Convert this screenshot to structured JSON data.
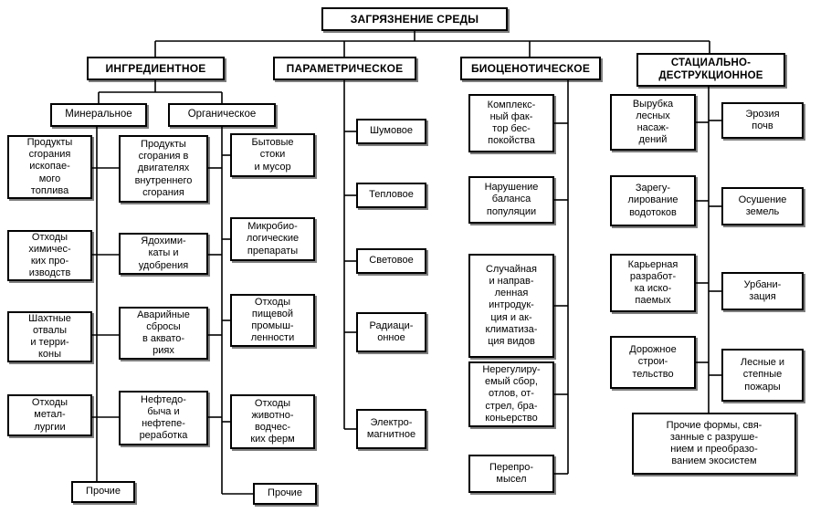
{
  "title": {
    "label": "ЗАГРЯЗНЕНИЕ СРЕДЫ"
  },
  "branches": {
    "ingredient": {
      "label": "ИНГРЕДИЕНТНОЕ",
      "mineral": {
        "label": "Минеральное",
        "items": [
          "Продукты\nсгорания\nископае-\nмого\nтоплива",
          "Отходы\nхимичес-\nких про-\nизводств",
          "Шахтные\nотвалы\nи терри-\nконы",
          "Отходы\nметал-\nлургии"
        ],
        "other": "Прочие"
      },
      "shared": {
        "items": [
          "Продукты\nсгорания в\nдвигателях\nвнутреннего\nсгорания",
          "Ядохими-\nкаты и\nудобрения",
          "Аварийные\nсбросы\nв аквато-\nриях",
          "Нефтедо-\nбыча и\nнефтепе-\nреработка"
        ]
      },
      "organic": {
        "label": "Органическое",
        "items": [
          "Бытовые\nстоки\nи мусор",
          "Микробио-\nлогические\nпрепараты",
          "Отходы\nпищевой\nпромыш-\nленности",
          "Отходы\nживотно-\nводчес-\nких ферм"
        ],
        "other": "Прочие"
      }
    },
    "parametric": {
      "label": "ПАРАМЕТРИЧЕСКОЕ",
      "items": [
        "Шумовое",
        "Тепловое",
        "Световое",
        "Радиаци-\nонное",
        "Электро-\nмагнитное"
      ]
    },
    "biocenotic": {
      "label": "БИОЦЕНОТИЧЕСКОЕ",
      "items": [
        "Комплекс-\nный фак-\nтор бес-\nпокойства",
        "Нарушение\nбаланса\nпопуляции",
        "Случайная\nи направ-\nленная\nинтродук-\nция и ак-\nклиматиза-\nция видов",
        "Нерегулиру-\nемый сбор,\nотлов, от-\nстрел, бра-\nконьерство",
        "Перепро-\nмысел"
      ]
    },
    "stational": {
      "label": "СТАЦИАЛЬНО-\nДЕСТРУКЦИОННОЕ",
      "left_items": [
        "Вырубка\nлесных\nнасаж-\nдений",
        "Зарегу-\nлирование\nводотоков",
        "Карьерная\nразработ-\nка иско-\nпаемых",
        "Дорожное\nстрои-\nтельство"
      ],
      "right_items": [
        "Эрозия\nпочв",
        "Осушение\nземель",
        "Урбани-\nзация",
        "Лесные и\nстепные\nпожары"
      ],
      "other": "Прочие формы, свя-\nзанные с разруше-\nнием и преобразо-\nванием экосистем"
    }
  },
  "colors": {
    "line": "#000000",
    "box_bg": "#ffffff",
    "border": "#000000"
  }
}
